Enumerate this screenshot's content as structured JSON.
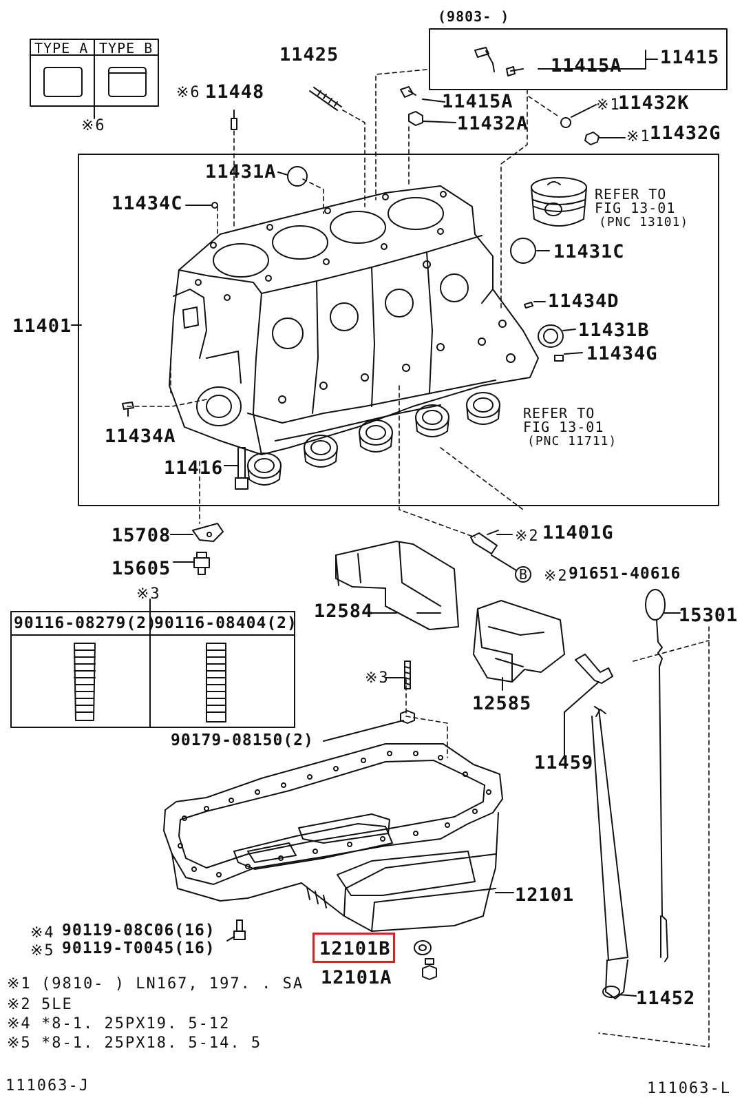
{
  "colors": {
    "line": "#111111",
    "highlight": "#e02020",
    "background": "#ffffff"
  },
  "highlighted_part": "12101B",
  "type_box": {
    "type_a": "TYPE A",
    "type_b": "TYPE B",
    "mark": "※6"
  },
  "date_range_top": "(9803-        )",
  "parts": {
    "p11425": "11425",
    "p11448": "11448",
    "p11448_mark": "※6",
    "p11415": "11415",
    "p11415A_inner": "11415A",
    "p11415A": "11415A",
    "p11432A": "11432A",
    "p11432K": "11432K",
    "p11432K_mark": "※1",
    "p11432G": "11432G",
    "p11432G_mark": "※1",
    "p11431A": "11431A",
    "p11434C": "11434C",
    "p11401": "11401",
    "p11431C": "11431C",
    "p11434D": "11434D",
    "p11431B": "11431B",
    "p11434G": "11434G",
    "p11434A": "11434A",
    "p11416": "11416",
    "p15708": "15708",
    "p15605": "15605",
    "p11401G": "11401G",
    "p11401G_mark": "※2",
    "p91651": "91651-40616",
    "p91651_mark": "※2",
    "p91651_circle": "B",
    "p12584": "12584",
    "p12585": "12585",
    "p15301": "15301",
    "p11459": "11459",
    "p90179": "90179-08150(2)",
    "p90179_mark": "※3",
    "p12101": "12101",
    "p12101B": "12101B",
    "p12101A": "12101A",
    "p11452": "11452"
  },
  "refer_piston": {
    "line1": "REFER TO",
    "line2": "FIG 13-01",
    "line3": "(PNC 13101)"
  },
  "refer_bearing": {
    "line1": "REFER TO",
    "line2": "FIG 13-01",
    "line3": "(PNC 11711)"
  },
  "stud_box": {
    "mark": "※3",
    "left": "90116-08279(2)",
    "right": "90116-08404(2)"
  },
  "bolt_notes": {
    "mark4": "※4",
    "part4": "90119-08C06(16)",
    "mark5": "※5",
    "part5": "90119-T0045(16)"
  },
  "footnotes": [
    {
      "mark": "※1",
      "text": "(9810-        ) LN167, 197. . SA"
    },
    {
      "mark": "※2",
      "text": "5LE"
    },
    {
      "mark": "※4",
      "text": "*8-1. 25PX19. 5-12"
    },
    {
      "mark": "※5",
      "text": "*8-1. 25PX18. 5-14. 5"
    }
  ],
  "footer": {
    "left": "111063-J",
    "right": "111063-L"
  }
}
